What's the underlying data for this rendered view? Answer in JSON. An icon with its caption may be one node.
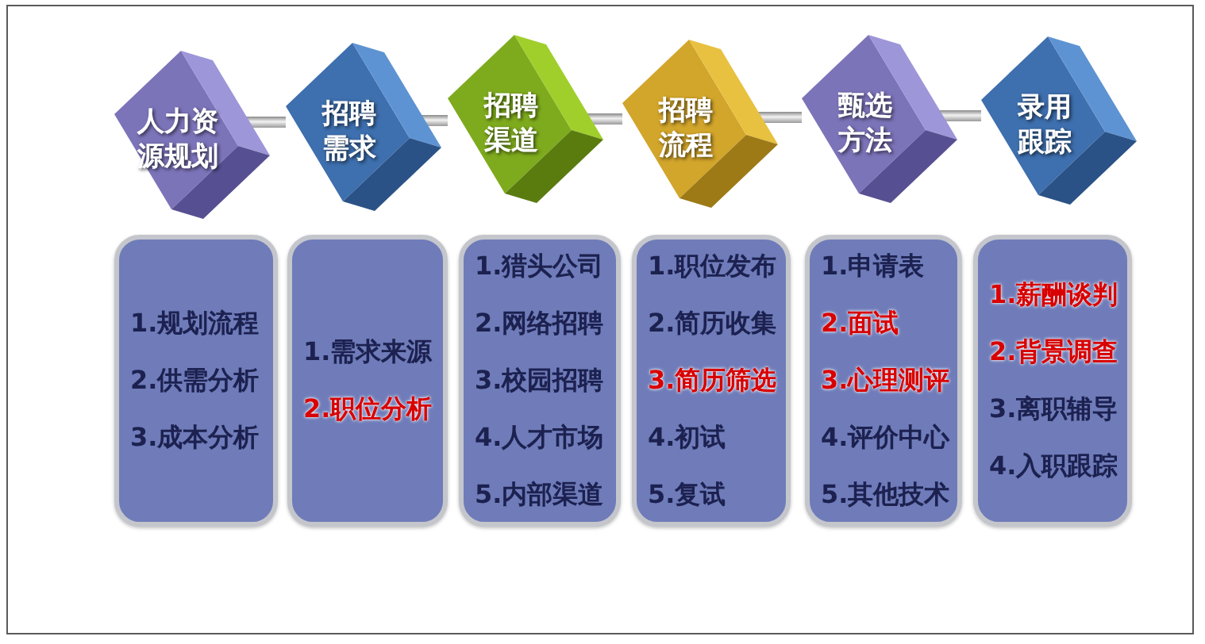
{
  "diagram": {
    "nodes": [
      {
        "text": [
          "人力资源规划"
        ]
      },
      {
        "text": [
          "招聘需求"
        ]
      },
      {
        "text": [
          "招聘渠道"
        ]
      },
      {
        "text": [
          "招聘流程"
        ]
      },
      {
        "text": [
          "甄选方法"
        ]
      },
      {
        "text": [
          "录用跟踪"
        ]
      },
      {
        "text": [
          "1.规划流程",
          "2.供需分析",
          "3.成本分析"
        ]
      },
      {
        "text": [
          "1.需求来源",
          "2.职位分析"
        ]
      },
      {
        "text": [
          "1.猎头公司",
          "2.网络招聘",
          "3.校园招聘",
          "4.人才市场",
          "5.内部渠道"
        ]
      },
      {
        "text": [
          "1.职位发布",
          "2.简历收集",
          "3.简历筛选",
          "4.初试",
          "5.复试"
        ]
      },
      {
        "text": [
          "1.申请表",
          "2.面试",
          "3.心理测评",
          "4.评价中心",
          "5.其他技术"
        ]
      },
      {
        "text": [
          "1.薪酬谈判",
          "2.背景调查",
          "3.离职辅导",
          "4.入职跟踪"
        ]
      }
    ],
    "edges": [
      {
        "from": 0,
        "to": 1,
        "arrow": "none"
      },
      {
        "from": 1,
        "to": 2,
        "arrow": "none"
      },
      {
        "from": 2,
        "to": 3,
        "arrow": "none"
      },
      {
        "from": 3,
        "to": 4,
        "arrow": "none"
      },
      {
        "from": 4,
        "to": 5,
        "arrow": "none"
      }
    ]
  }
}
